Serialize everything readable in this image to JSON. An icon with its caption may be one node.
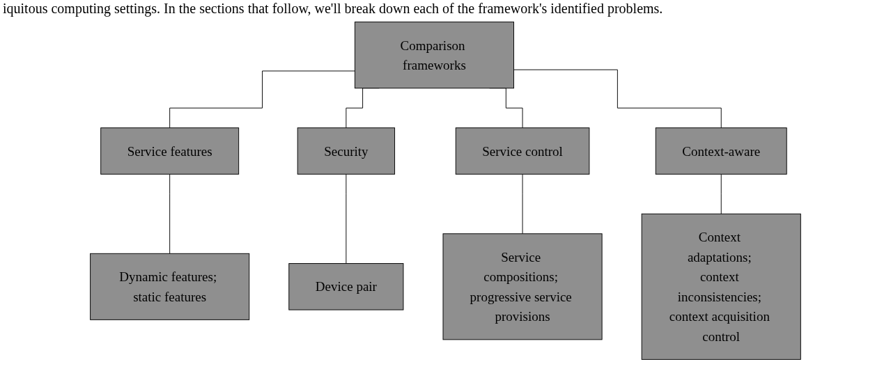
{
  "diagram": {
    "nodes": [
      {
        "text": [
          "Comparison frameworks"
        ]
      },
      {
        "text": [
          "Service features"
        ]
      },
      {
        "text": [
          "Security"
        ]
      },
      {
        "text": [
          "Service control"
        ]
      },
      {
        "text": [
          "Context-aware"
        ]
      },
      {
        "text": [
          "Dynamic features; static features"
        ]
      },
      {
        "text": [
          "Device pair"
        ]
      },
      {
        "text": [
          "Service compositions; progressive service provisions"
        ]
      },
      {
        "text": [
          "Context adaptations; context inconsistencies; context acquisition control"
        ]
      }
    ],
    "edges": [
      {
        "from": 0,
        "to": 1,
        "arrow": "none"
      },
      {
        "from": 0,
        "to": 2,
        "arrow": "none"
      },
      {
        "from": 0,
        "to": 3,
        "arrow": "none"
      },
      {
        "from": 0,
        "to": 4,
        "arrow": "none"
      },
      {
        "from": 1,
        "to": 5,
        "arrow": "none"
      },
      {
        "from": 2,
        "to": 6,
        "arrow": "none"
      },
      {
        "from": 3,
        "to": 7,
        "arrow": "none"
      },
      {
        "from": 4,
        "to": 8,
        "arrow": "none"
      }
    ],
    "labels": [
      "iquitous computing settings. In the sections that follow, we'll break down each of the framework's identified problems."
    ]
  }
}
